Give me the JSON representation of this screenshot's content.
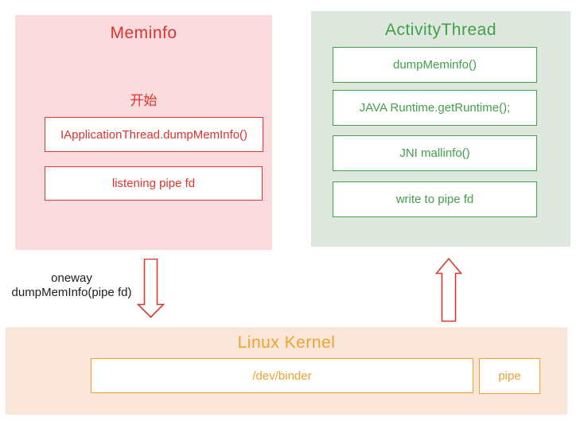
{
  "colors": {
    "red": "#e0332d",
    "red_bg": "#fadbde",
    "green": "#42a049",
    "green_bg": "#dee8de",
    "orange": "#f0a02f",
    "orange_bg": "#fbe7d9",
    "label_text": "#1d1d1d",
    "arrow_stroke": "#d93a2e",
    "arrow_fill": "#ffffff"
  },
  "meminfo_panel": {
    "title": "Meminfo",
    "start_label": "开始",
    "steps": [
      "IApplicationThread.dumpMemInfo()",
      "listening pipe fd"
    ]
  },
  "activity_thread_panel": {
    "title": "ActivityThread",
    "steps": [
      "dumpMeminfo()",
      "JAVA Runtime.getRuntime();",
      "JNI mallinfo()",
      "write to pipe fd"
    ]
  },
  "kernel_panel": {
    "title": "Linux Kernel",
    "binder_label": "/dev/binder",
    "pipe_label": "pipe"
  },
  "arrows": {
    "call_label_line1": "oneway",
    "call_label_line2": "dumpMemInfo(pipe fd)",
    "down_arrow": "binder-call-down-arrow",
    "up_arrow": "kernel-to-activity-up-arrow"
  }
}
